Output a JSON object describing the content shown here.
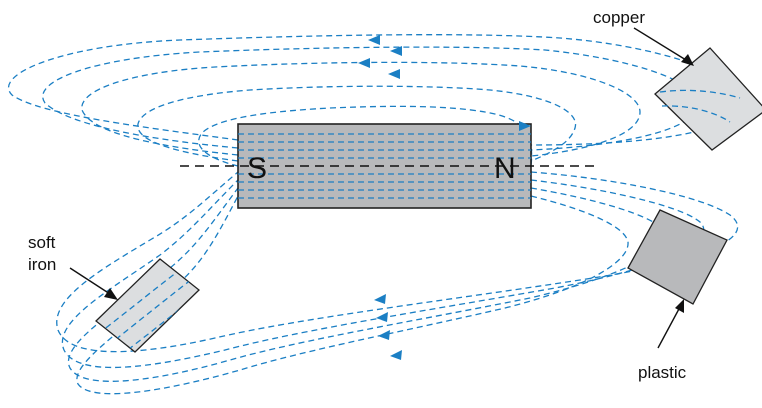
{
  "magnet": {
    "south_label": "S",
    "north_label": "N",
    "fill_color": "#b8b9bb",
    "outline_color": "#222222"
  },
  "field_lines": {
    "color": "#1b7fc4"
  },
  "materials": [
    {
      "key": "copper",
      "label": "copper",
      "fill_color": "#dcdee0"
    },
    {
      "key": "plastic",
      "label": "plastic",
      "fill_color": "#b8b9bb"
    },
    {
      "key": "soft_iron",
      "label_lines": [
        "soft",
        "iron"
      ],
      "fill_color": "#dcdee0"
    }
  ]
}
